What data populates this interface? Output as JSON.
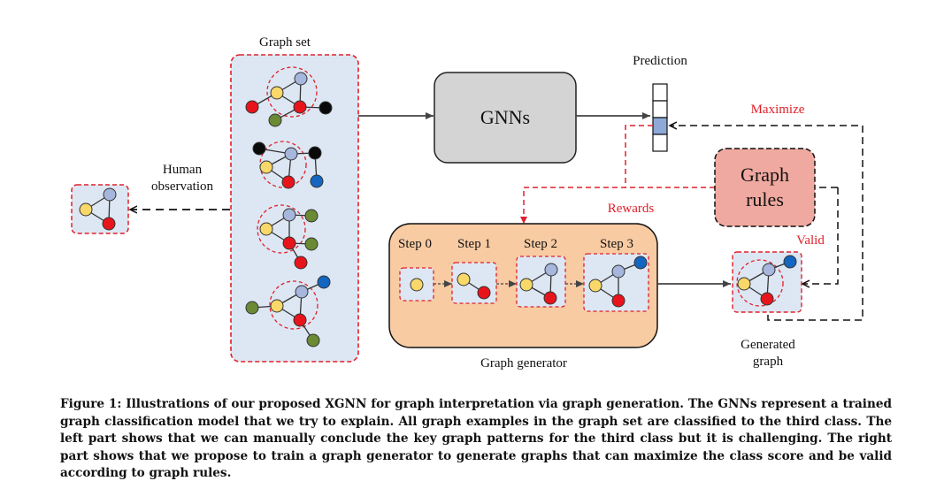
{
  "labels": {
    "graph_set": "Graph set",
    "human_observation": "Human\nobservation",
    "gnns": "GNNs",
    "prediction": "Prediction",
    "maximize": "Maximize",
    "graph_rules": "Graph\nrules",
    "rewards": "Rewards",
    "valid": "Valid",
    "steps": [
      "Step 0",
      "Step 1",
      "Step 2",
      "Step 3"
    ],
    "graph_generator": "Graph generator",
    "generated_graph": "Generated\ngraph"
  },
  "caption": "Figure 1: Illustrations of our proposed XGNN for graph interpretation via graph generation. The GNNs represent a trained graph classification model that we try to explain. All graph examples in the graph set are classified to the third class. The left part shows that we can manually conclude the key graph patterns for the third class but it is challenging. The right part shows that we propose to train a graph generator to generate graphs that can maximize the class score and be valid according to graph rules.",
  "colors": {
    "panel_fill": "#dde7f3",
    "dash_red": "#e0202a",
    "gnn_fill": "#d4d4d4",
    "rules_fill": "#f0a9a0",
    "generator_fill": "#f8cba3",
    "node_yellow": "#f8d868",
    "node_red": "#e8141c",
    "node_blue": "#a6b6dc",
    "node_green": "#6b8a34",
    "node_black": "#0a0a0a",
    "node_darkblue": "#1466c0"
  }
}
